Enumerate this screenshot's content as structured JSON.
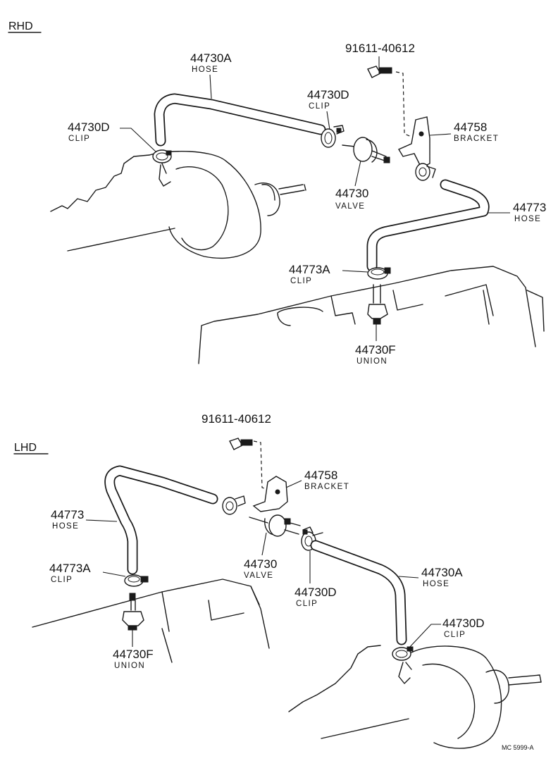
{
  "sections": {
    "rhd": "RHD",
    "lhd": "LHD"
  },
  "rhd": {
    "hose_a": {
      "number": "44730A",
      "name": "HOSE"
    },
    "clip_d_left": {
      "number": "44730D",
      "name": "CLIP"
    },
    "clip_d_mid": {
      "number": "44730D",
      "name": "CLIP"
    },
    "bolt": {
      "number": "91611-40612"
    },
    "bracket": {
      "number": "44758",
      "name": "BRACKET"
    },
    "valve": {
      "number": "44730",
      "name": "VALVE"
    },
    "hose": {
      "number": "44773",
      "name": "HOSE"
    },
    "clip_a": {
      "number": "44773A",
      "name": "CLIP"
    },
    "union": {
      "number": "44730F",
      "name": "UNION"
    }
  },
  "lhd": {
    "bolt": {
      "number": "91611-40612"
    },
    "bracket": {
      "number": "44758",
      "name": "BRACKET"
    },
    "hose": {
      "number": "44773",
      "name": "HOSE"
    },
    "clip_a": {
      "number": "44773A",
      "name": "CLIP"
    },
    "union": {
      "number": "44730F",
      "name": "UNION"
    },
    "valve": {
      "number": "44730",
      "name": "VALVE"
    },
    "clip_d_mid": {
      "number": "44730D",
      "name": "CLIP"
    },
    "hose_a": {
      "number": "44730A",
      "name": "HOSE"
    },
    "clip_d_right": {
      "number": "44730D",
      "name": "CLIP"
    }
  },
  "figure_code": "MC 5999-A",
  "colors": {
    "ink": "#1a1a1a",
    "paper": "#ffffff"
  }
}
